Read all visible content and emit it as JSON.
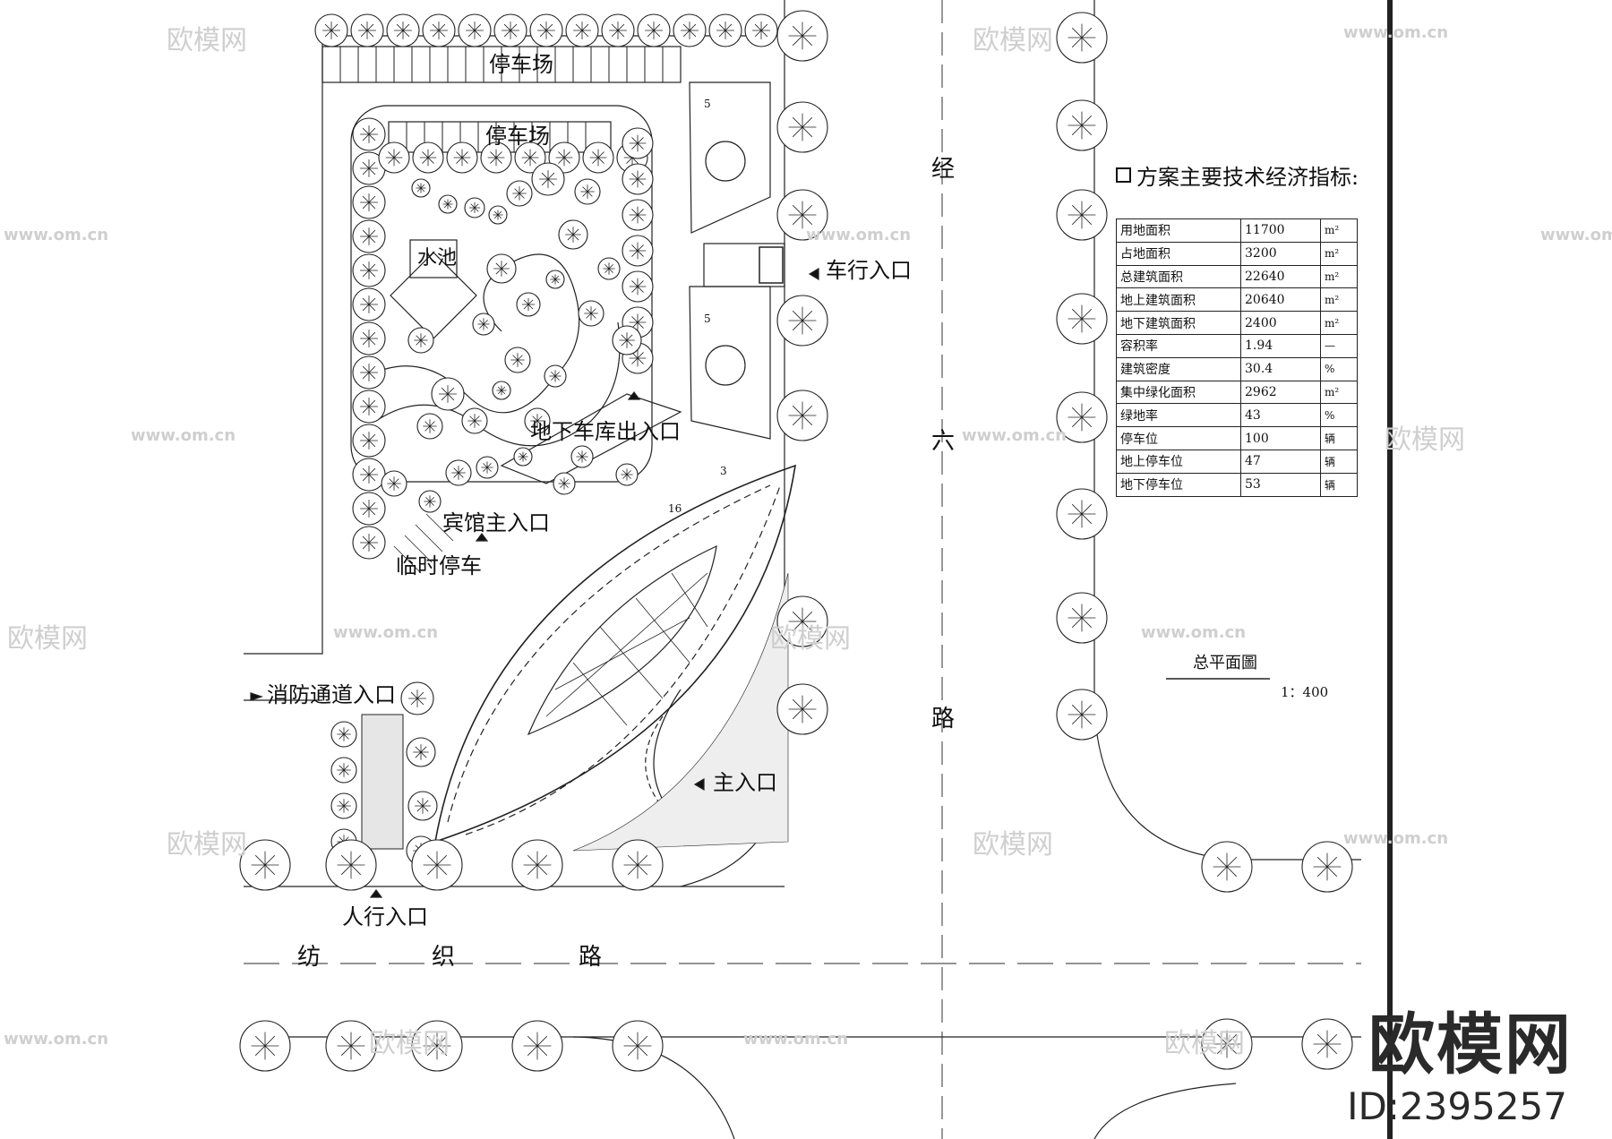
{
  "labels": {
    "parking_top": "停车场",
    "parking_mid": "停车场",
    "water_pool": "水池",
    "vehicle_entrance": "车行入口",
    "underground_garage": "地下车库出入口",
    "hotel_entrance": "宾馆主入口",
    "temp_parking": "临时停车",
    "fire_access": "消防通道入口",
    "main_entrance": "主入口",
    "pedestrian_entrance": "人行入口",
    "dim_5a": "5",
    "dim_5b": "5",
    "dim_3": "3",
    "dim_16": "16"
  },
  "roads": {
    "vertical": [
      "经",
      "六",
      "路"
    ],
    "horizontal": [
      "纺",
      "织",
      "路"
    ]
  },
  "indicators": {
    "title": "方案主要技术经济指标:",
    "rows": [
      {
        "name": "用地面积",
        "value": "11700",
        "unit": "m²"
      },
      {
        "name": "占地面积",
        "value": "3200",
        "unit": "m²"
      },
      {
        "name": "总建筑面积",
        "value": "22640",
        "unit": "m²"
      },
      {
        "name": "地上建筑面积",
        "value": "20640",
        "unit": "m²"
      },
      {
        "name": "地下建筑面积",
        "value": "2400",
        "unit": "m²"
      },
      {
        "name": "容积率",
        "value": "1.94",
        "unit": "—"
      },
      {
        "name": "建筑密度",
        "value": "30.4",
        "unit": "%"
      },
      {
        "name": "集中绿化面积",
        "value": "2962",
        "unit": "m²"
      },
      {
        "name": "绿地率",
        "value": "43",
        "unit": "%"
      },
      {
        "name": "停车位",
        "value": "100",
        "unit": "辆"
      },
      {
        "name": "地上停车位",
        "value": "47",
        "unit": "辆"
      },
      {
        "name": "地下停车位",
        "value": "53",
        "unit": "辆"
      }
    ]
  },
  "drawing": {
    "title": "总平面圖",
    "scale": "1：400"
  },
  "watermark": {
    "brand": "欧模网",
    "url": "www.om.cn",
    "id": "ID:2395257"
  }
}
